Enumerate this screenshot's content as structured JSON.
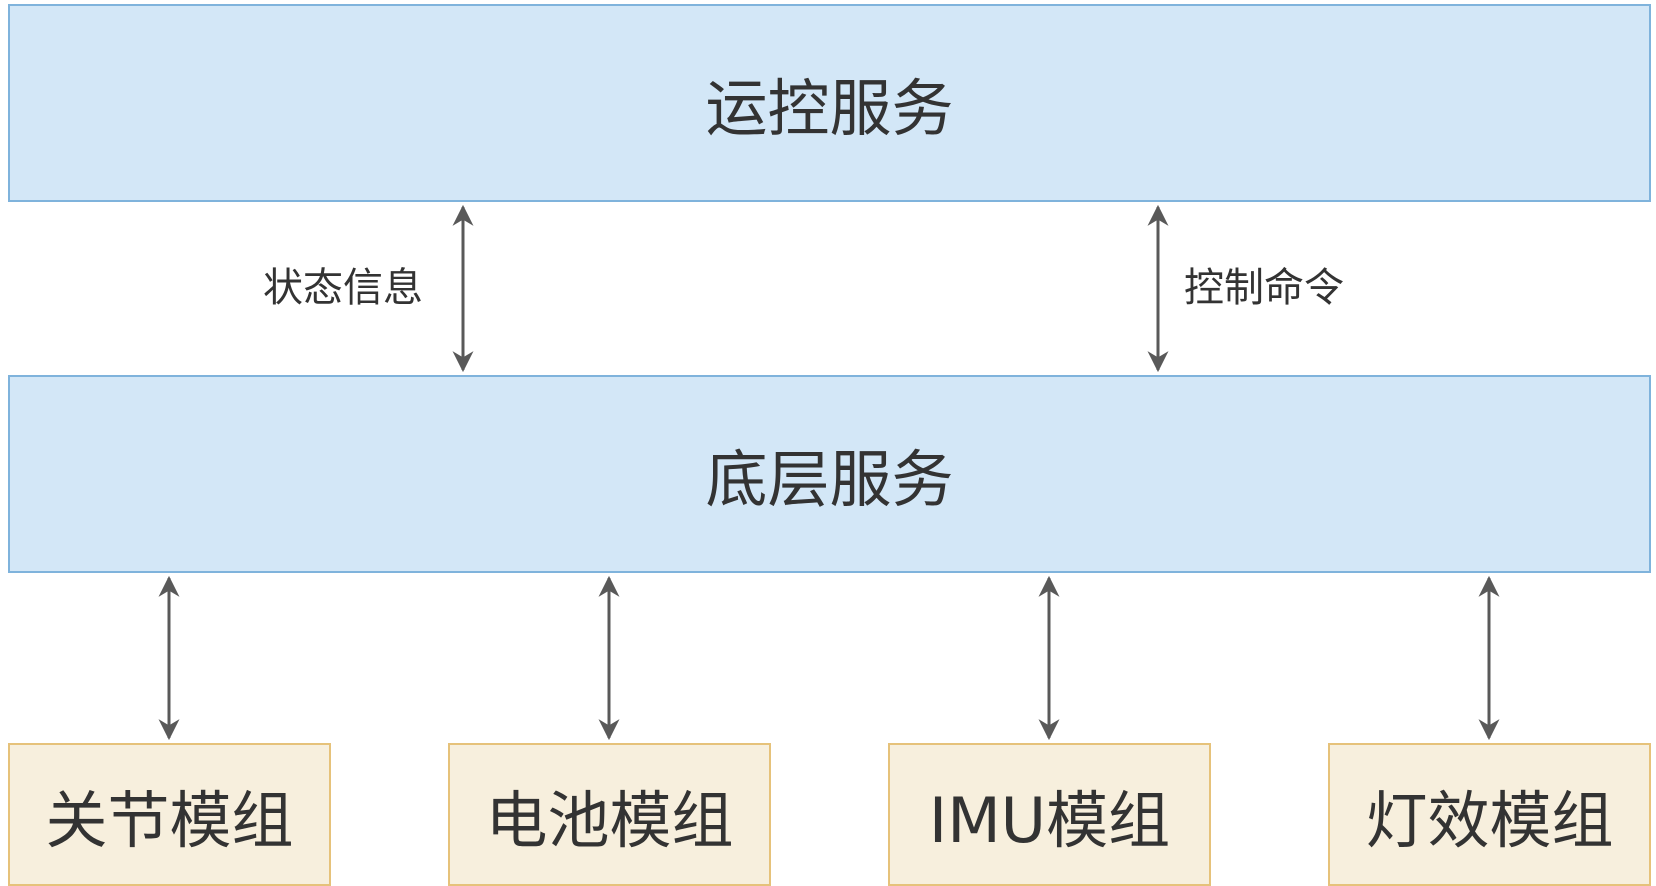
{
  "diagram": {
    "layers": {
      "top": "运控服务",
      "bottom": "底层服务"
    },
    "connections": {
      "status_label": "状态信息",
      "control_label": "控制命令"
    },
    "modules": [
      "关节模组",
      "电池模组",
      "IMU模组",
      "灯效模组"
    ],
    "colors": {
      "layer_fill": "#d3e7f7",
      "layer_border": "#7fb3dc",
      "module_fill": "#f7efdd",
      "module_border": "#e6c27a",
      "arrow": "#595959",
      "text": "#333333"
    }
  }
}
